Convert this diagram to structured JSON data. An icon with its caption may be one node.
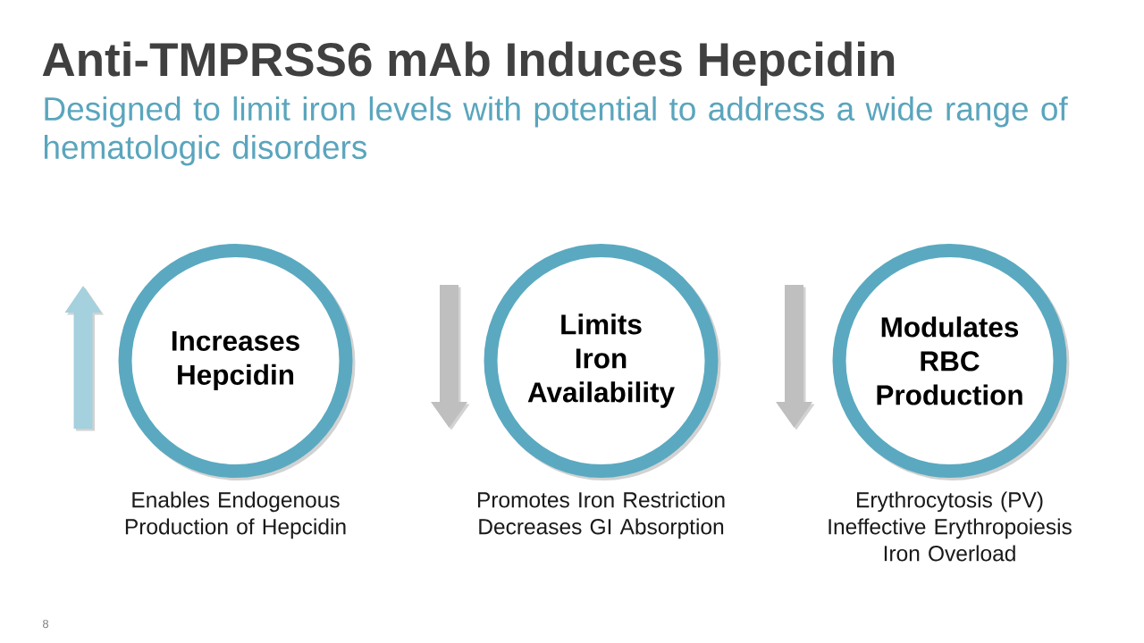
{
  "diagram": {
    "title": "Anti-TMPRSS6 mAb Induces Hepcidin",
    "nodes": [
      {
        "text": [
          "Increases Hepcidin"
        ],
        "beside": [
          "Enables Endogenous Production of Hepcidin"
        ]
      },
      {
        "text": [
          "Limits Iron Availability"
        ],
        "beside": [
          "Promotes Iron Restriction",
          "Decreases GI Absorption"
        ]
      },
      {
        "text": [
          "Modulates RBC Production"
        ],
        "beside": [
          "Erythrocytosis (PV)",
          "Ineffective Erythropoiesis",
          "Iron Overload"
        ]
      }
    ],
    "labels": [
      "Designed to limit iron levels with potential to address a wide range of hematologic disorders",
      "8"
    ]
  }
}
